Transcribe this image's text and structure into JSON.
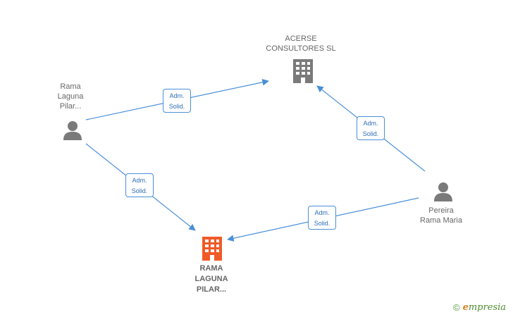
{
  "nodes": {
    "acerse": {
      "label": "ACERSE\nCONSULTORES SL",
      "type": "company-icon"
    },
    "rama_laguna_person": {
      "label": "Rama\nLaguna\nPilar...",
      "type": "person-icon"
    },
    "pereira": {
      "label": "Pereira\nRama Maria",
      "type": "person-icon"
    },
    "rama_laguna_company": {
      "label": "RAMA\nLAGUNA\nPILAR...",
      "type": "company-icon"
    }
  },
  "edges": [
    {
      "from": "rama_laguna_person",
      "to": "acerse",
      "label": "Adm.\nSolid."
    },
    {
      "from": "pereira",
      "to": "acerse",
      "label": "Adm.\nSolid."
    },
    {
      "from": "rama_laguna_person",
      "to": "rama_laguna_company",
      "label": "Adm.\nSolid."
    },
    {
      "from": "pereira",
      "to": "rama_laguna_company",
      "label": "Adm.\nSolid."
    }
  ],
  "colors": {
    "edge": "#4a8fd8",
    "node_icon": "#7a7a7a",
    "main_company": "#f05a28",
    "brand_green": "#5a9a3a",
    "brand_orange": "#e07b1f"
  },
  "footer": {
    "copyright": "©",
    "brand_first": "e",
    "brand_rest": "mpresia"
  }
}
